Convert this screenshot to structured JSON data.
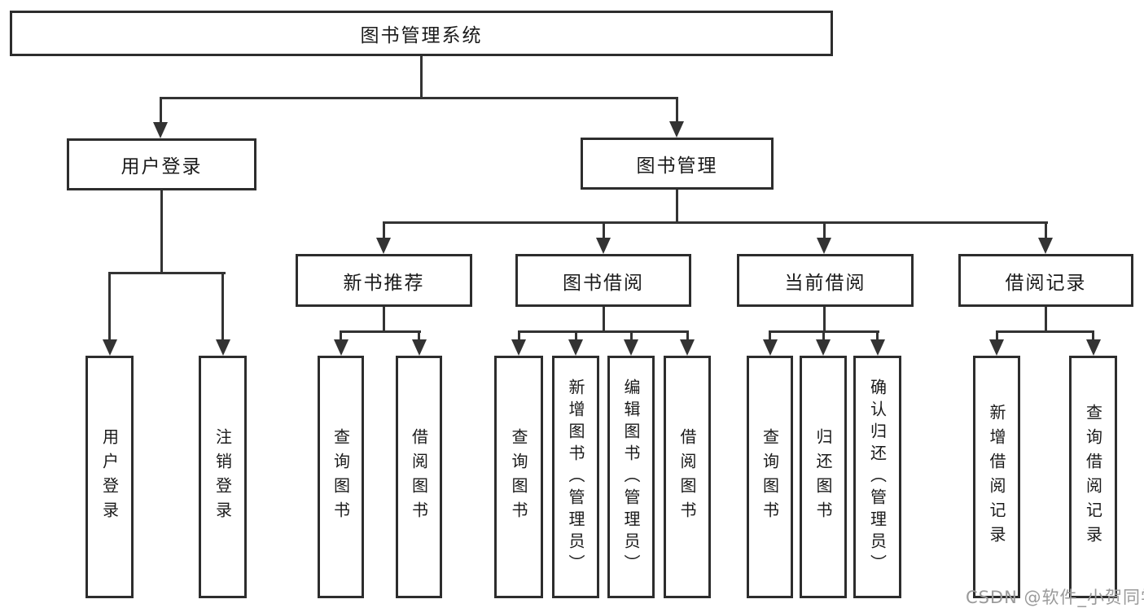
{
  "title": "图书管理系统",
  "colors": {
    "line": "#333333",
    "box_border": "#2d2d2d",
    "box_fill": "#ffffff",
    "text": "#1a1a1a",
    "watermark": "#9a9a9a"
  },
  "tree": {
    "root": "图书管理系统",
    "branches": [
      {
        "label": "用户登录",
        "children": [
          "用户登录",
          "注销登录"
        ]
      },
      {
        "label": "图书管理",
        "children": [
          {
            "label": "新书推荐",
            "children": [
              "查询图书",
              "借阅图书"
            ]
          },
          {
            "label": "图书借阅",
            "children": [
              "查询图书",
              "新增图书（管理员）",
              "编辑图书（管理员）",
              "借阅图书"
            ]
          },
          {
            "label": "当前借阅",
            "children": [
              "查询图书",
              "归还图书",
              "确认归还（管理员）"
            ]
          },
          {
            "label": "借阅记录",
            "children": [
              "新增借阅记录",
              "查询借阅记录"
            ]
          }
        ]
      }
    ]
  },
  "watermark": "CSDN @软件_小贺同学"
}
